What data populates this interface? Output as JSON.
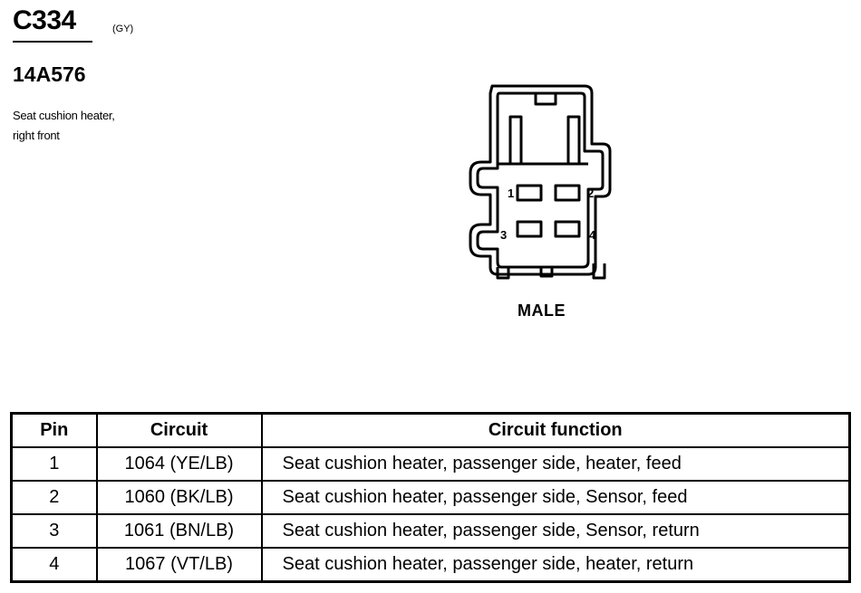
{
  "header": {
    "connector_id": "C334",
    "connector_color": "(GY)",
    "part_number": "14A576",
    "description_line1": "Seat cushion heater,",
    "description_line2": "right front"
  },
  "diagram": {
    "pin_labels": [
      "1",
      "2",
      "3",
      "4"
    ],
    "gender": "MALE"
  },
  "table": {
    "headers": [
      "Pin",
      "Circuit",
      "Circuit function"
    ],
    "rows": [
      [
        "1",
        "1064 (YE/LB)",
        "Seat cushion heater, passenger side, heater, feed"
      ],
      [
        "2",
        "1060 (BK/LB)",
        "Seat cushion heater, passenger side, Sensor, feed"
      ],
      [
        "3",
        "1061 (BN/LB)",
        "Seat cushion heater, passenger side, Sensor, return"
      ],
      [
        "4",
        "1067 (VT/LB)",
        "Seat cushion heater, passenger side, heater, return"
      ]
    ]
  }
}
